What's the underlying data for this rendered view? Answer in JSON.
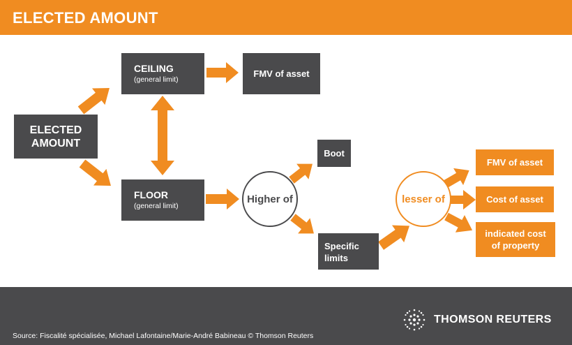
{
  "header": {
    "title": "ELECTED AMOUNT"
  },
  "nodes": {
    "elected": {
      "line1": "ELECTED",
      "line2": "AMOUNT"
    },
    "ceiling": {
      "title": "CEILING",
      "subtitle": "(general limit)"
    },
    "fmv_top": {
      "label": "FMV of asset"
    },
    "floor": {
      "title": "FLOOR",
      "subtitle": "(general limit)"
    },
    "higher_of": {
      "label": "Higher of"
    },
    "boot": {
      "label": "Boot"
    },
    "specific": {
      "line1": "Specific",
      "line2": "limits"
    },
    "lesser_of": {
      "label": "lesser of"
    },
    "fmv_right": {
      "label": "FMV of asset"
    },
    "cost": {
      "label": "Cost of asset"
    },
    "indicated": {
      "line1": "indicated cost",
      "line2": "of property"
    }
  },
  "footer": {
    "source": "Source: Fiscalité spécialisée, Michael Lafontaine/Marie-André Babineau © Thomson Reuters",
    "brand": "THOMSON REUTERS"
  },
  "colors": {
    "orange": "#f08c21",
    "dark_gray": "#4a4a4c",
    "white": "#ffffff"
  }
}
